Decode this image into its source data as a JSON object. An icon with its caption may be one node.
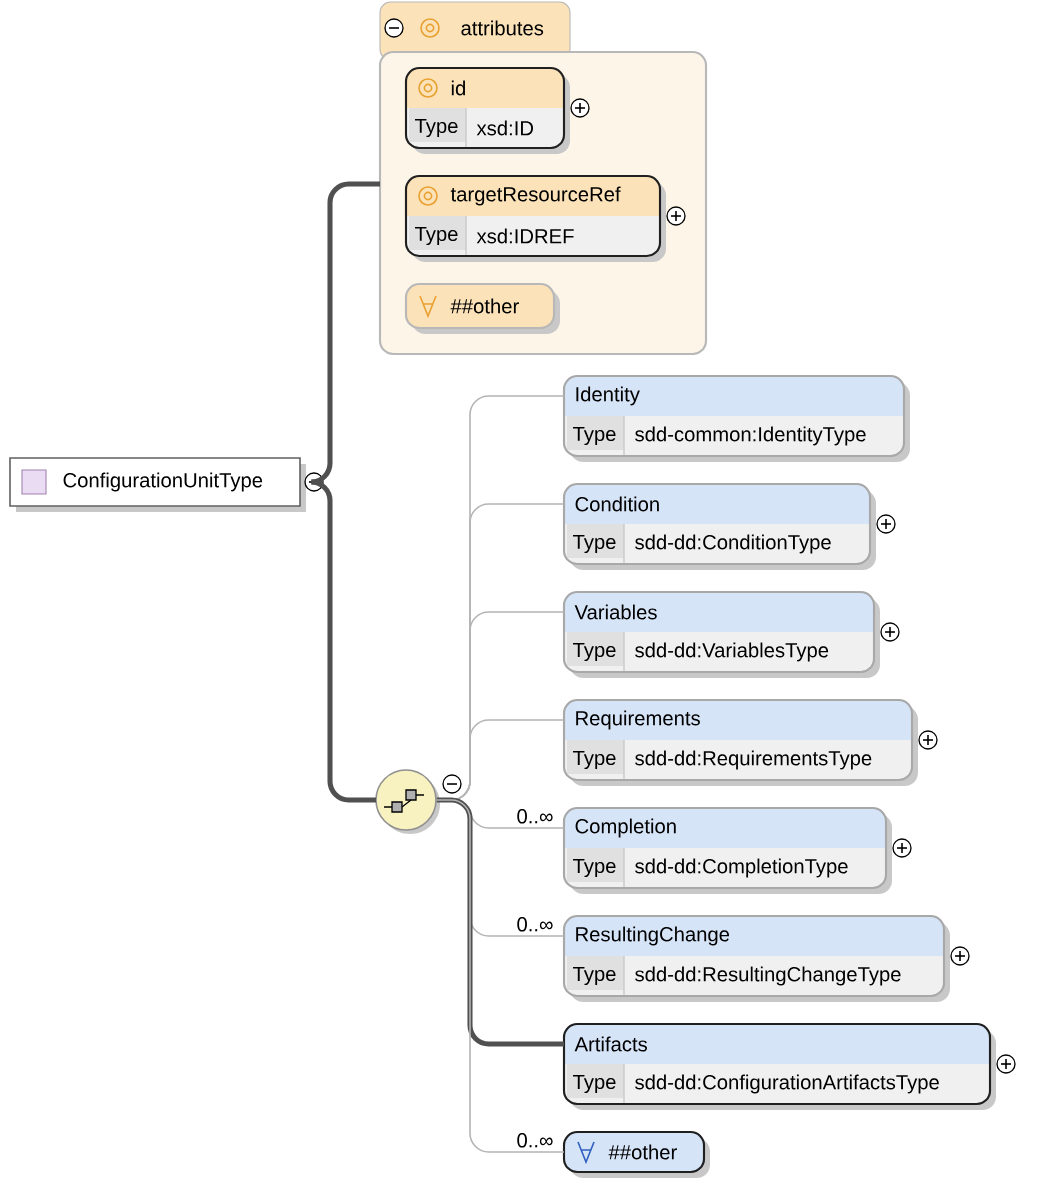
{
  "diagram": {
    "nodes": [
      {
        "text": [
          "ConfigurationUnitType"
        ]
      },
      {
        "text": [
          "attributes"
        ]
      },
      {
        "text": [
          "id",
          "Type",
          "xsd:ID"
        ],
        "in": 1
      },
      {
        "text": [
          "targetResourceRef",
          "Type",
          "xsd:IDREF"
        ],
        "in": 1
      },
      {
        "text": [
          "##other"
        ],
        "in": 1
      },
      {
        "text": [],
        "shape": "circle"
      },
      {
        "text": [
          "Identity",
          "Type",
          "sdd-common:IdentityType"
        ]
      },
      {
        "text": [
          "Condition",
          "Type",
          "sdd-dd:ConditionType"
        ]
      },
      {
        "text": [
          "Variables",
          "Type",
          "sdd-dd:VariablesType"
        ]
      },
      {
        "text": [
          "Requirements",
          "Type",
          "sdd-dd:RequirementsType"
        ]
      },
      {
        "text": [
          "Completion",
          "Type",
          "sdd-dd:CompletionType"
        ],
        "beside": [
          "0..∞"
        ]
      },
      {
        "text": [
          "ResultingChange",
          "Type",
          "sdd-dd:ResultingChangeType"
        ],
        "beside": [
          "0..∞"
        ]
      },
      {
        "text": [
          "Artifacts",
          "Type",
          "sdd-dd:ConfigurationArtifactsType"
        ]
      },
      {
        "text": [
          "##other"
        ],
        "beside": [
          "0..∞"
        ]
      }
    ],
    "edges": [
      {
        "from": 0,
        "to": 1,
        "arrow": "none",
        "style": "thick",
        "color": "#505050"
      },
      {
        "from": 0,
        "to": 5,
        "arrow": "none",
        "style": "thick",
        "color": "#505050"
      },
      {
        "from": 5,
        "to": 6,
        "arrow": "none"
      },
      {
        "from": 5,
        "to": 7,
        "arrow": "none"
      },
      {
        "from": 5,
        "to": 8,
        "arrow": "none"
      },
      {
        "from": 5,
        "to": 9,
        "arrow": "none"
      },
      {
        "from": 5,
        "to": 10,
        "arrow": "none"
      },
      {
        "from": 5,
        "to": 11,
        "arrow": "none"
      },
      {
        "from": 5,
        "to": 12,
        "arrow": "none",
        "style": "thick",
        "color": "#505050"
      },
      {
        "from": 5,
        "to": 13,
        "arrow": "none"
      }
    ]
  }
}
